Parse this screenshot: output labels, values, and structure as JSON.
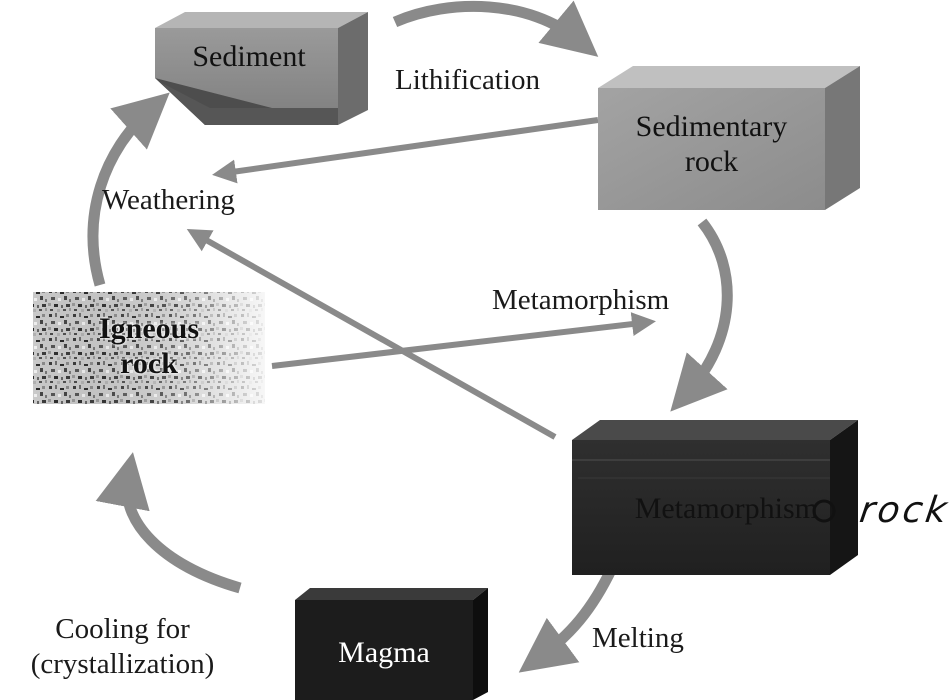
{
  "nodes": {
    "sediment": {
      "label": "Sediment"
    },
    "sedimentary_rock": {
      "line1": "Sedimentary",
      "line2": "rock"
    },
    "igneous_rock": {
      "line1": "Igneous",
      "line2": "rock"
    },
    "metamorphic_rock": {
      "label": "Metamorphism",
      "handwritten_suffix": "rock"
    },
    "magma": {
      "label": "Magma"
    }
  },
  "processes": {
    "lithification": "Lithification",
    "weathering": "Weathering",
    "metamorphism": "Metamorphism",
    "melting": "Melting",
    "cooling_line1": "Cooling for",
    "cooling_line2": "(crystallization)"
  },
  "colors": {
    "arrow": "#8a8a8a",
    "sediment_front": "#8e8e8e",
    "sedimentary_front": "#9b9b9b",
    "metamorphic_front": "#2b2b2b",
    "magma_front": "#1c1c1c",
    "igneous_base": "#cfcfcf"
  }
}
